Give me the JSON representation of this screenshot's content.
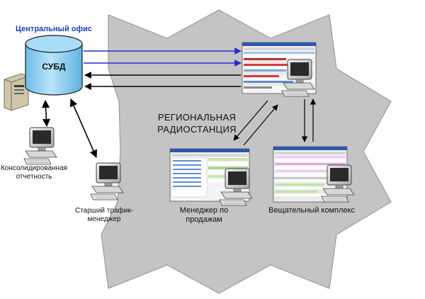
{
  "office": {
    "title": "Центральный офис",
    "db_label": "СУБД"
  },
  "region": {
    "label_line1": "РЕГИОНАЛЬНАЯ",
    "label_line2": "РАДИОСТАНЦИЯ"
  },
  "nodes": {
    "consolidated": {
      "line1": "Консолидированная",
      "line2": "отчетность"
    },
    "senior_traffic": {
      "line1": "Старший трафик-",
      "line2": "менеджер"
    },
    "sales": {
      "line1": "Менеджер по",
      "line2": "продажам"
    },
    "broadcast": {
      "line1": "Вещательный комплекс"
    }
  },
  "colors": {
    "region_fill": "#c4c4c4",
    "region_stroke": "#9a9a9a",
    "db_fill": "#8fd0f2",
    "arrow_blue": "#1f2fd0",
    "arrow_black": "#000000"
  }
}
